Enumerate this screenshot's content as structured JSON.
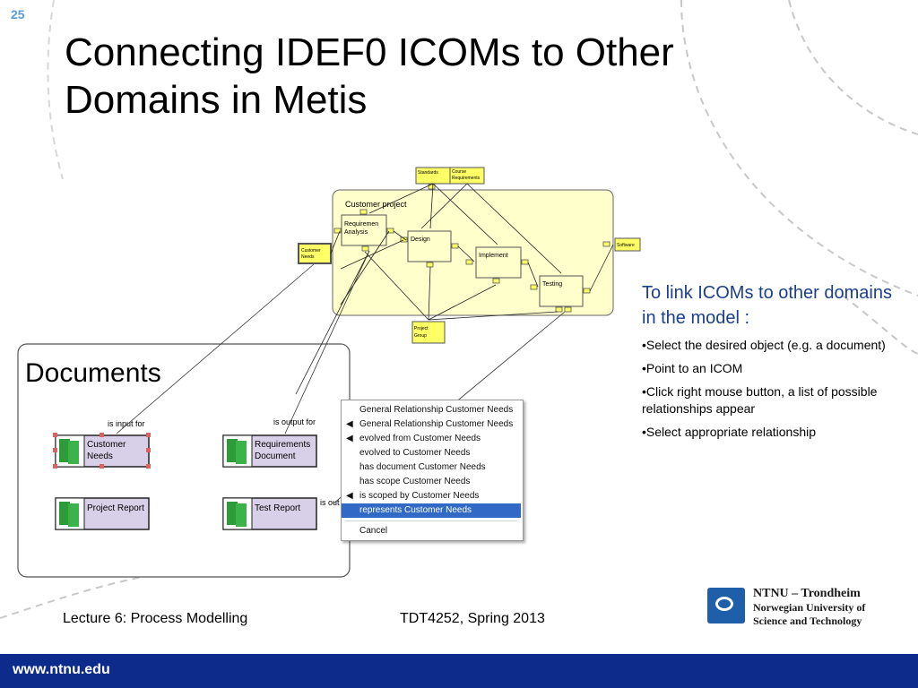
{
  "slide_number": "25",
  "title": "Connecting IDEF0 ICOMs to Other Domains in Metis",
  "diagram": {
    "frame_label": "Customer project",
    "activities": [
      "Requiremen Analysis",
      "Design",
      "Implement",
      "Testing"
    ],
    "icoms": {
      "standards": "Standards",
      "course_requirements": "Course Requirements",
      "customer_needs": "Customer Needs",
      "software": "Software",
      "project_group": "Project Group"
    }
  },
  "documents": {
    "heading": "Documents",
    "items": [
      "Customer Needs",
      "Requirements Document",
      "Project Report",
      "Test Report"
    ],
    "link_labels": [
      "is input for",
      "is output for",
      "is out"
    ]
  },
  "context_menu": {
    "items": [
      "General Relationship Customer Needs",
      "General Relationship Customer Needs",
      "evolved from Customer Needs",
      "evolved to Customer Needs",
      "has document Customer Needs",
      "has scope Customer Needs",
      "is scoped by Customer Needs",
      "represents Customer Needs"
    ],
    "cancel": "Cancel",
    "selected_index": 7
  },
  "side_text": {
    "heading": "To link ICOMs to other domains in the model :",
    "bullets": [
      "•Select the desired object (e.g. a document)",
      "•Point to an ICOM",
      "•Click right mouse button, a list of possible relationships appear",
      "•Select appropriate relationship"
    ]
  },
  "footer": {
    "lecture": "Lecture 6: Process Modelling",
    "course": "TDT4252, Spring 2013",
    "url": "www.ntnu.edu",
    "org_line1": "NTNU – Trondheim",
    "org_line2": "Norwegian University of",
    "org_line3": "Science and Technology"
  },
  "colors": {
    "accent_blue": "#0d2b8a",
    "diagram_yellow": "#ffff99",
    "selection": "#3169c6"
  }
}
